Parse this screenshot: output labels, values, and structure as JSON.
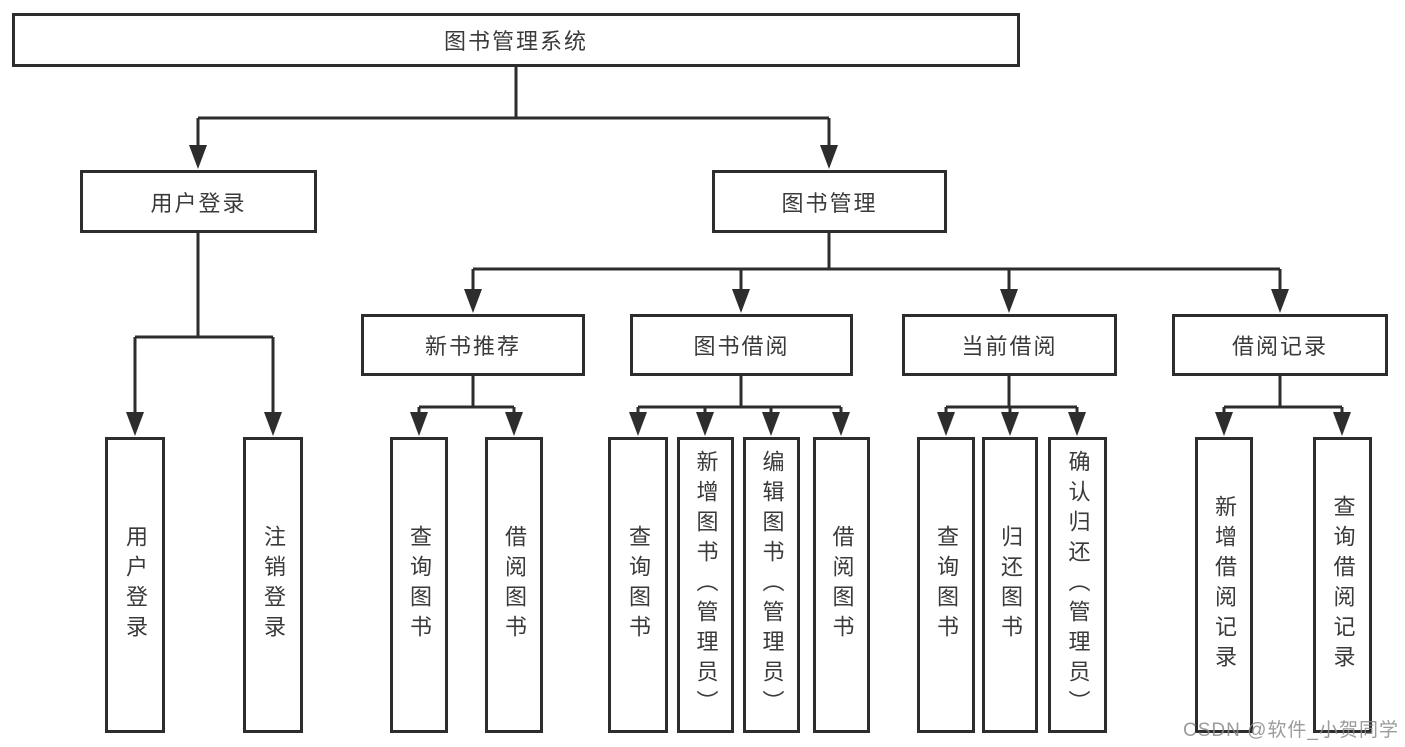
{
  "diagram": {
    "root": {
      "label": "图书管理系统"
    },
    "branches": [
      {
        "label": "用户登录",
        "children": [
          "用户登录",
          "注销登录"
        ]
      },
      {
        "label": "图书管理",
        "groups": [
          {
            "label": "新书推荐",
            "children": [
              "查询图书",
              "借阅图书"
            ]
          },
          {
            "label": "图书借阅",
            "children": [
              "查询图书",
              "新增图书（管理员）",
              "编辑图书（管理员）",
              "借阅图书"
            ]
          },
          {
            "label": "当前借阅",
            "children": [
              "查询图书",
              "归还图书",
              "确认归还（管理员）"
            ]
          },
          {
            "label": "借阅记录",
            "children": [
              "新增借阅记录",
              "查询借阅记录"
            ]
          }
        ]
      }
    ],
    "watermark": "CSDN @软件_小贺同学",
    "colors": {
      "line": "#2d2d2d",
      "text": "#3a3a3a",
      "background": "#ffffff",
      "watermark": "#8a8a8a"
    }
  }
}
